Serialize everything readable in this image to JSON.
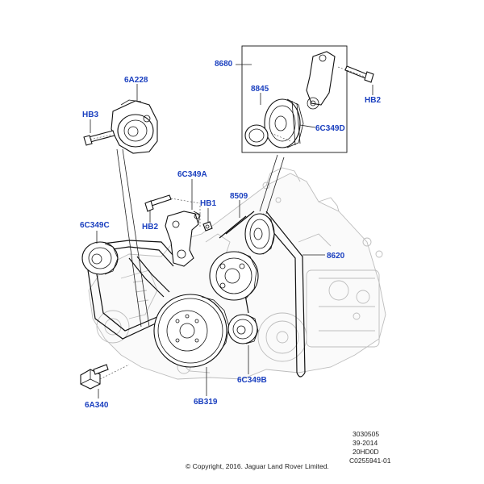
{
  "diagram": {
    "callouts": {
      "c_6A228": "6A228",
      "c_HB3": "HB3",
      "c_8680": "8680",
      "c_8845": "8845",
      "c_HB2_top": "HB2",
      "c_6C349D": "6C349D",
      "c_6C349A": "6C349A",
      "c_HB1": "HB1",
      "c_HB2_mid": "HB2",
      "c_8509": "8509",
      "c_6C349C": "6C349C",
      "c_8620": "8620",
      "c_6A340": "6A340",
      "c_6B319": "6B319",
      "c_6C349B": "6C349B"
    },
    "reference": {
      "line1": "3030505",
      "line2": "39-2014",
      "line3": "20HD0D",
      "line4": "C0255941-01"
    },
    "copyright": "© Copyright, 2016. Jaguar Land Rover Limited.",
    "colors": {
      "callout": "#1a3fbf",
      "line": "#111111",
      "engine": "#bdbdbd"
    }
  }
}
